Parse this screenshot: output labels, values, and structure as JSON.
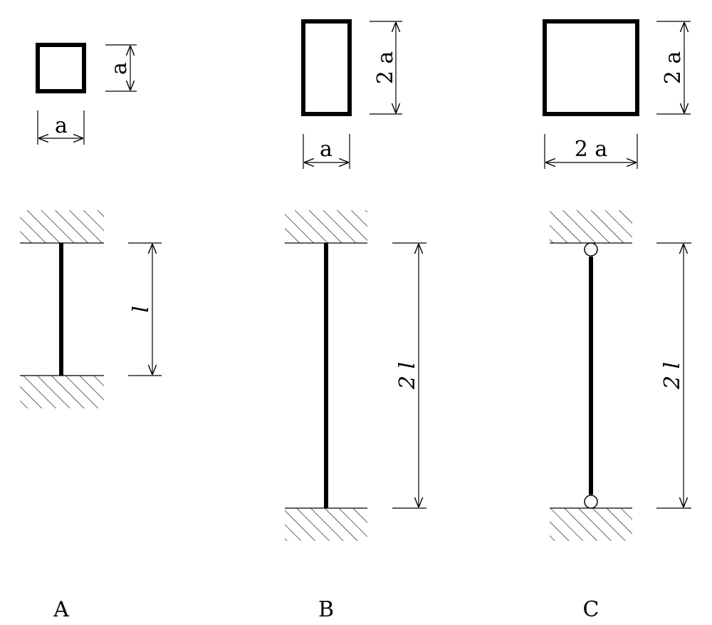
{
  "figures": [
    {
      "caption": "A",
      "cross_section": {
        "width_label": "a",
        "height_label": "a"
      },
      "column": {
        "length_label": "l",
        "supports": "fixed-fixed"
      }
    },
    {
      "caption": "B",
      "cross_section": {
        "width_label": "a",
        "height_label": "2 a"
      },
      "column": {
        "length_label": "2 l",
        "supports": "fixed-fixed"
      }
    },
    {
      "caption": "C",
      "cross_section": {
        "width_label": "2 a",
        "height_label": "2 a"
      },
      "column": {
        "length_label": "2 l",
        "supports": "pinned-pinned"
      }
    }
  ]
}
